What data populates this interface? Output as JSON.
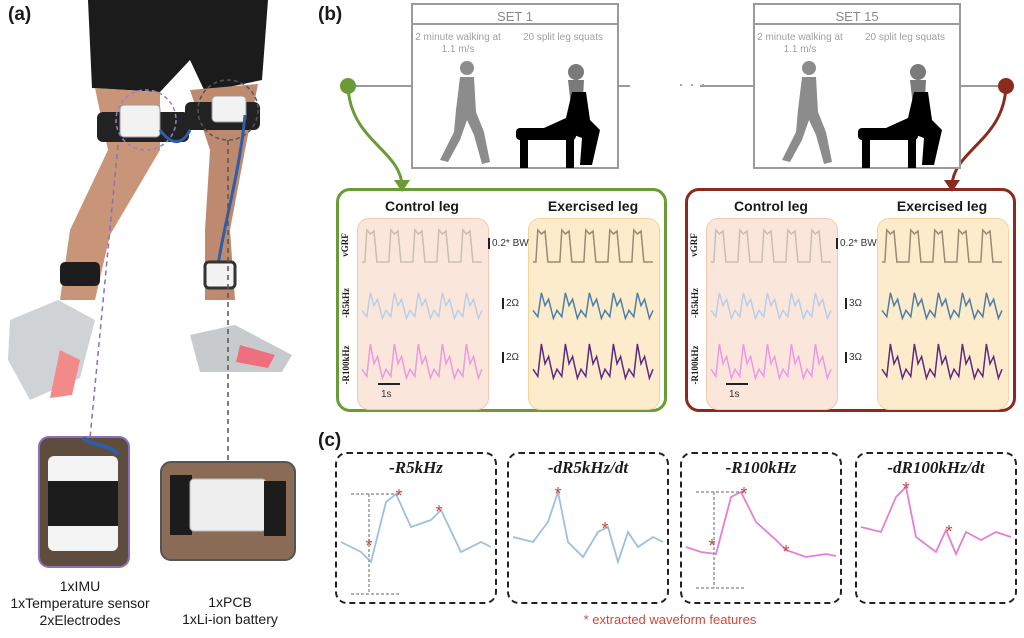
{
  "panels": {
    "a": "(a)",
    "b": "(b)",
    "c": "(c)"
  },
  "sensor_left": {
    "lines": [
      "1xIMU",
      "1xTemperature sensor",
      "2xElectrodes"
    ]
  },
  "sensor_right": {
    "lines": [
      "1xPCB",
      "1xLi-ion battery"
    ]
  },
  "sets": [
    {
      "title": "SET 1",
      "walk": "2 minute walking at 1.1 m/s",
      "squat": "20 split leg squats"
    },
    {
      "title": "SET 15",
      "walk": "2 minute walking at 1.1 m/s",
      "squat": "20 split leg squats"
    }
  ],
  "dots": "· · ·",
  "blocks": [
    {
      "control": "Control leg",
      "exercised": "Exercised leg",
      "scale_vgrf": "0.2* BW",
      "scale_r5": "2Ω",
      "scale_r100": "2Ω",
      "time": "1s",
      "border": "#6b9b37"
    },
    {
      "control": "Control leg",
      "exercised": "Exercised leg",
      "scale_vgrf": "0.2* BW",
      "scale_r5": "3Ω",
      "scale_r100": "3Ω",
      "time": "1s",
      "border": "#8b2a1f"
    }
  ],
  "row_labels": {
    "vgrf": "vGRF",
    "r5": "-R5kHz",
    "r100": "-R100kHz"
  },
  "features": [
    {
      "title": "-R5kHz",
      "color": "#9cc0df"
    },
    {
      "title": "-dR5kHz/dt",
      "color": "#9cc0df"
    },
    {
      "title": "-R100kHz",
      "color": "#e57ed8"
    },
    {
      "title": "-dR100kHz/dt",
      "color": "#e57ed8"
    }
  ],
  "footnote": "* extracted waveform features",
  "colors": {
    "green": "#6b9b37",
    "red": "#8b2a1f",
    "marker": "#c44a3a"
  }
}
